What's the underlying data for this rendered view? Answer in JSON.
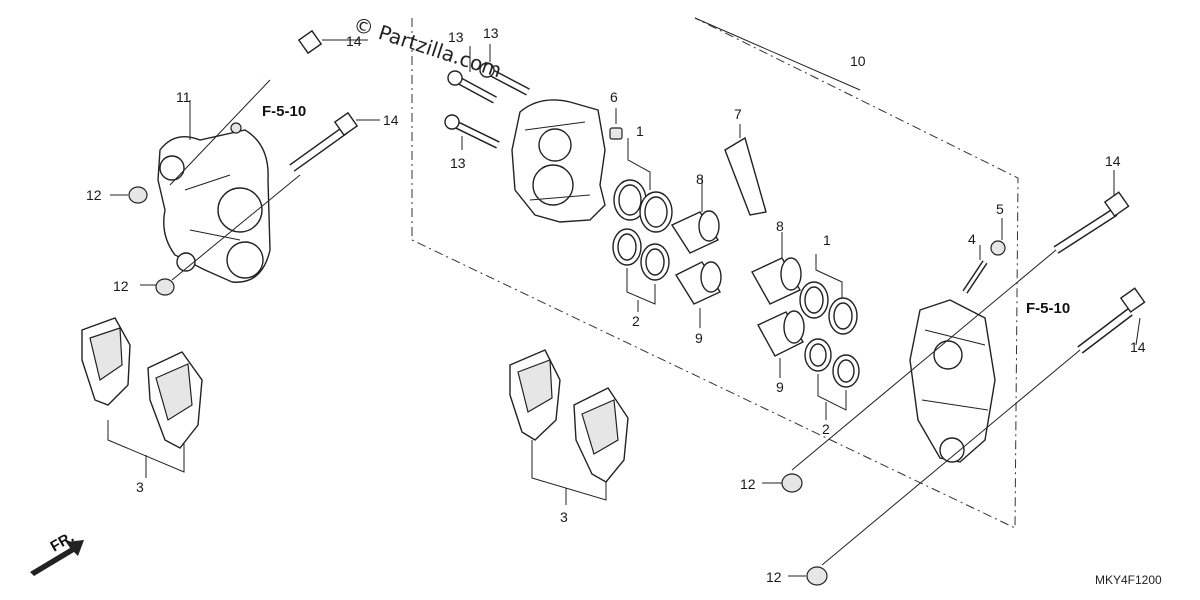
{
  "watermark": "© Partzilla.com",
  "diagram_code": "MKY4F1200",
  "direction_label": "FR.",
  "callouts": {
    "c1a": "1",
    "c1b": "1",
    "c2a": "2",
    "c2b": "2",
    "c3a": "3",
    "c3b": "3",
    "c4": "4",
    "c5": "5",
    "c6": "6",
    "c7": "7",
    "c8a": "8",
    "c8b": "8",
    "c9a": "9",
    "c9b": "9",
    "c10": "10",
    "c11": "11",
    "c12a": "12",
    "c12b": "12",
    "c12c": "12",
    "c12d": "12",
    "c13a": "13",
    "c13b": "13",
    "c13c": "13",
    "c14a": "14",
    "c14b": "14",
    "c14c": "14",
    "c14d": "14"
  },
  "refs": {
    "ref_left": "F-5-10",
    "ref_right": "F-5-10"
  }
}
